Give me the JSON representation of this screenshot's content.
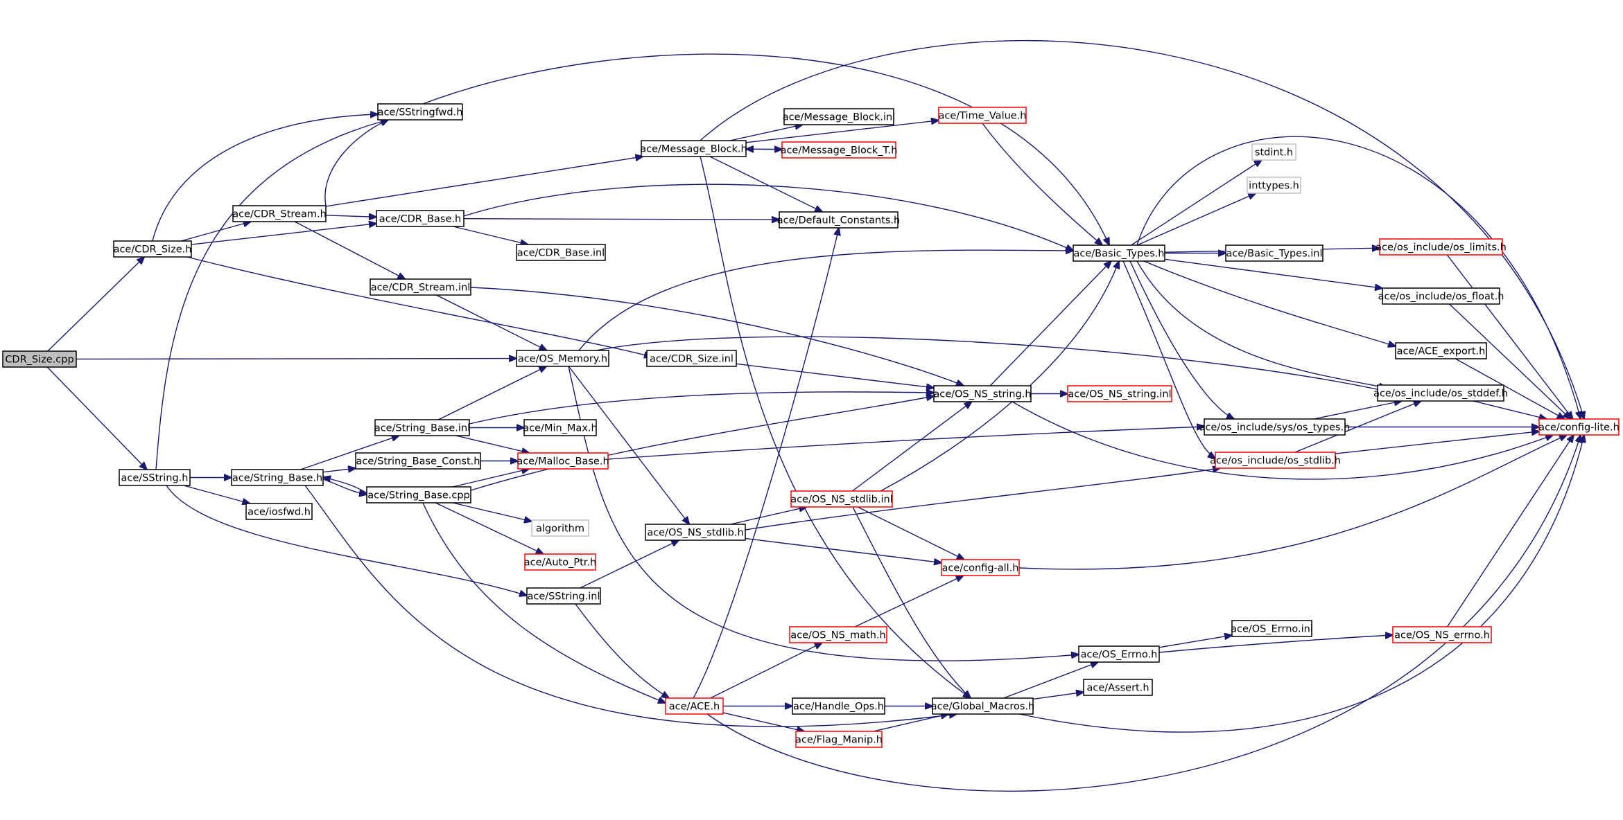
{
  "graph": {
    "edge_color": "#191970",
    "root_fill": "#bfbfbf",
    "nodes": [
      {
        "id": "root",
        "label": "CDR_Size.cpp",
        "style": "root"
      },
      {
        "id": "cdrsize_h",
        "label": "ace/CDR_Size.h",
        "style": "black"
      },
      {
        "id": "sstring_h",
        "label": "ace/SString.h",
        "style": "black"
      },
      {
        "id": "sstringfwd_h",
        "label": "ace/SStringfwd.h",
        "style": "black"
      },
      {
        "id": "cdrstream_h",
        "label": "ace/CDR_Stream.h",
        "style": "black"
      },
      {
        "id": "cdrbase_h",
        "label": "ace/CDR_Base.h",
        "style": "black"
      },
      {
        "id": "cdrbase_inl",
        "label": "ace/CDR_Base.inl",
        "style": "black"
      },
      {
        "id": "cdrstream_inl",
        "label": "ace/CDR_Stream.inl",
        "style": "black"
      },
      {
        "id": "osmemory_h",
        "label": "ace/OS_Memory.h",
        "style": "black"
      },
      {
        "id": "cdrsize_inl",
        "label": "ace/CDR_Size.inl",
        "style": "black"
      },
      {
        "id": "msgblock_h",
        "label": "ace/Message_Block.h",
        "style": "black"
      },
      {
        "id": "msgblock_inl",
        "label": "ace/Message_Block.inl",
        "style": "black"
      },
      {
        "id": "msgblockt_h",
        "label": "ace/Message_Block_T.h",
        "style": "red"
      },
      {
        "id": "timevalue_h",
        "label": "ace/Time_Value.h",
        "style": "red"
      },
      {
        "id": "defconst_h",
        "label": "ace/Default_Constants.h",
        "style": "black"
      },
      {
        "id": "basictypes_h",
        "label": "ace/Basic_Types.h",
        "style": "black"
      },
      {
        "id": "basictypes_inl",
        "label": "ace/Basic_Types.inl",
        "style": "black"
      },
      {
        "id": "stdint_h",
        "label": "stdint.h",
        "style": "gray"
      },
      {
        "id": "inttypes_h",
        "label": "inttypes.h",
        "style": "gray"
      },
      {
        "id": "oslimits_h",
        "label": "ace/os_include/os_limits.h",
        "style": "red"
      },
      {
        "id": "osfloat_h",
        "label": "ace/os_include/os_float.h",
        "style": "black"
      },
      {
        "id": "aceexport_h",
        "label": "ace/ACE_export.h",
        "style": "black"
      },
      {
        "id": "osstddef_h",
        "label": "ace/os_include/os_stddef.h",
        "style": "black"
      },
      {
        "id": "ostypes_h",
        "label": "ace/os_include/sys/os_types.h",
        "style": "black"
      },
      {
        "id": "osstdlib_h",
        "label": "ace/os_include/os_stdlib.h",
        "style": "red"
      },
      {
        "id": "configlite_h",
        "label": "ace/config-lite.h",
        "style": "red"
      },
      {
        "id": "osnsstring_h",
        "label": "ace/OS_NS_string.h",
        "style": "black"
      },
      {
        "id": "osnsstring_inl",
        "label": "ace/OS_NS_string.inl",
        "style": "red"
      },
      {
        "id": "stringbase_inl",
        "label": "ace/String_Base.inl",
        "style": "black"
      },
      {
        "id": "minmax_h",
        "label": "ace/Min_Max.h",
        "style": "black"
      },
      {
        "id": "stringbaseconst_h",
        "label": "ace/String_Base_Const.h",
        "style": "black"
      },
      {
        "id": "mallocbase_h",
        "label": "ace/Malloc_Base.h",
        "style": "red"
      },
      {
        "id": "stringbase_h",
        "label": "ace/String_Base.h",
        "style": "black"
      },
      {
        "id": "stringbase_cpp",
        "label": "ace/String_Base.cpp",
        "style": "black"
      },
      {
        "id": "iosfwd_h",
        "label": "ace/iosfwd.h",
        "style": "black"
      },
      {
        "id": "algorithm",
        "label": "algorithm",
        "style": "gray"
      },
      {
        "id": "autoptr_h",
        "label": "ace/Auto_Ptr.h",
        "style": "red"
      },
      {
        "id": "osnsstdlib_h",
        "label": "ace/OS_NS_stdlib.h",
        "style": "black"
      },
      {
        "id": "osnsstdlib_inl",
        "label": "ace/OS_NS_stdlib.inl",
        "style": "red"
      },
      {
        "id": "configall_h",
        "label": "ace/config-all.h",
        "style": "red"
      },
      {
        "id": "sstring_inl",
        "label": "ace/SString.inl",
        "style": "black"
      },
      {
        "id": "osnsmath_h",
        "label": "ace/OS_NS_math.h",
        "style": "red"
      },
      {
        "id": "oserrno_inl",
        "label": "ace/OS_Errno.inl",
        "style": "black"
      },
      {
        "id": "oserrno_h",
        "label": "ace/OS_Errno.h",
        "style": "black"
      },
      {
        "id": "osnserrno_h",
        "label": "ace/OS_NS_errno.h",
        "style": "red"
      },
      {
        "id": "assert_h",
        "label": "ace/Assert.h",
        "style": "black"
      },
      {
        "id": "ace_h",
        "label": "ace/ACE.h",
        "style": "red"
      },
      {
        "id": "handleops_h",
        "label": "ace/Handle_Ops.h",
        "style": "black"
      },
      {
        "id": "globalmacros_h",
        "label": "ace/Global_Macros.h",
        "style": "black"
      },
      {
        "id": "flagmanip_h",
        "label": "ace/Flag_Manip.h",
        "style": "red"
      }
    ],
    "edges": [
      [
        "root",
        "cdrsize_h"
      ],
      [
        "root",
        "osmemory_h"
      ],
      [
        "root",
        "sstring_h"
      ],
      [
        "cdrsize_h",
        "sstringfwd_h"
      ],
      [
        "cdrsize_h",
        "cdrstream_h"
      ],
      [
        "cdrsize_h",
        "cdrbase_h"
      ],
      [
        "cdrsize_h",
        "cdrsize_inl"
      ],
      [
        "sstring_h",
        "sstringfwd_h"
      ],
      [
        "sstring_h",
        "stringbase_h"
      ],
      [
        "sstring_h",
        "iosfwd_h"
      ],
      [
        "sstring_h",
        "sstring_inl"
      ],
      [
        "sstringfwd_h",
        "basictypes_h"
      ],
      [
        "cdrstream_h",
        "sstringfwd_h"
      ],
      [
        "cdrstream_h",
        "msgblock_h"
      ],
      [
        "cdrstream_h",
        "cdrbase_h"
      ],
      [
        "cdrstream_h",
        "cdrstream_inl"
      ],
      [
        "cdrbase_h",
        "defconst_h"
      ],
      [
        "cdrbase_h",
        "basictypes_h"
      ],
      [
        "cdrbase_h",
        "cdrbase_inl"
      ],
      [
        "cdrstream_inl",
        "osmemory_h"
      ],
      [
        "cdrstream_inl",
        "osnsstring_h"
      ],
      [
        "msgblock_h",
        "timevalue_h"
      ],
      [
        "msgblock_h",
        "msgblock_inl"
      ],
      [
        "msgblock_h",
        "msgblockt_h"
      ],
      [
        "msgblock_h",
        "defconst_h"
      ],
      [
        "msgblock_h",
        "configlite_h"
      ],
      [
        "msgblock_h",
        "globalmacros_h"
      ],
      [
        "msgblockt_h",
        "msgblock_h"
      ],
      [
        "timevalue_h",
        "basictypes_h"
      ],
      [
        "osmemory_h",
        "basictypes_h"
      ],
      [
        "osmemory_h",
        "osstddef_h"
      ],
      [
        "osmemory_h",
        "osnsstdlib_h"
      ],
      [
        "osmemory_h",
        "oserrno_h"
      ],
      [
        "cdrsize_inl",
        "osnsstring_h"
      ],
      [
        "basictypes_h",
        "stdint_h"
      ],
      [
        "basictypes_h",
        "inttypes_h"
      ],
      [
        "basictypes_h",
        "basictypes_inl"
      ],
      [
        "basictypes_h",
        "oslimits_h"
      ],
      [
        "basictypes_h",
        "osfloat_h"
      ],
      [
        "basictypes_h",
        "aceexport_h"
      ],
      [
        "basictypes_h",
        "osstddef_h"
      ],
      [
        "basictypes_h",
        "ostypes_h"
      ],
      [
        "basictypes_h",
        "osstdlib_h"
      ],
      [
        "basictypes_h",
        "configlite_h"
      ],
      [
        "oslimits_h",
        "configlite_h"
      ],
      [
        "osfloat_h",
        "configlite_h"
      ],
      [
        "aceexport_h",
        "configlite_h"
      ],
      [
        "osstddef_h",
        "configlite_h"
      ],
      [
        "ostypes_h",
        "configlite_h"
      ],
      [
        "ostypes_h",
        "osstddef_h"
      ],
      [
        "osstdlib_h",
        "configlite_h"
      ],
      [
        "osstdlib_h",
        "osstddef_h"
      ],
      [
        "osnsstring_h",
        "basictypes_h"
      ],
      [
        "osnsstring_h",
        "osnsstring_inl"
      ],
      [
        "osnsstring_h",
        "configlite_h"
      ],
      [
        "stringbase_h",
        "stringbase_inl"
      ],
      [
        "stringbase_h",
        "stringbaseconst_h"
      ],
      [
        "stringbase_h",
        "stringbase_cpp"
      ],
      [
        "stringbase_h",
        "globalmacros_h"
      ],
      [
        "stringbase_cpp",
        "stringbase_h"
      ],
      [
        "stringbase_cpp",
        "mallocbase_h"
      ],
      [
        "stringbase_cpp",
        "osnsstring_h"
      ],
      [
        "stringbase_cpp",
        "algorithm"
      ],
      [
        "stringbase_cpp",
        "autoptr_h"
      ],
      [
        "stringbase_cpp",
        "ace_h"
      ],
      [
        "stringbase_inl",
        "osmemory_h"
      ],
      [
        "stringbase_inl",
        "minmax_h"
      ],
      [
        "stringbase_inl",
        "mallocbase_h"
      ],
      [
        "stringbase_inl",
        "osnsstring_h"
      ],
      [
        "stringbaseconst_h",
        "mallocbase_h"
      ],
      [
        "mallocbase_h",
        "ostypes_h"
      ],
      [
        "osnsstdlib_h",
        "osnsstdlib_inl"
      ],
      [
        "osnsstdlib_h",
        "configall_h"
      ],
      [
        "osnsstdlib_h",
        "osstdlib_h"
      ],
      [
        "osnsstdlib_inl",
        "osnsstring_h"
      ],
      [
        "osnsstdlib_inl",
        "basictypes_h"
      ],
      [
        "osnsstdlib_inl",
        "configall_h"
      ],
      [
        "osnsstdlib_inl",
        "globalmacros_h"
      ],
      [
        "configall_h",
        "configlite_h"
      ],
      [
        "sstring_inl",
        "osnsstdlib_h"
      ],
      [
        "sstring_inl",
        "ace_h"
      ],
      [
        "osnsmath_h",
        "configall_h"
      ],
      [
        "oserrno_h",
        "oserrno_inl"
      ],
      [
        "oserrno_h",
        "osnserrno_h"
      ],
      [
        "osnserrno_h",
        "configlite_h"
      ],
      [
        "ace_h",
        "defconst_h"
      ],
      [
        "ace_h",
        "osnsmath_h"
      ],
      [
        "ace_h",
        "handleops_h"
      ],
      [
        "ace_h",
        "flagmanip_h"
      ],
      [
        "ace_h",
        "configlite_h"
      ],
      [
        "handleops_h",
        "globalmacros_h"
      ],
      [
        "flagmanip_h",
        "globalmacros_h"
      ],
      [
        "globalmacros_h",
        "oserrno_h"
      ],
      [
        "globalmacros_h",
        "assert_h"
      ],
      [
        "globalmacros_h",
        "configlite_h"
      ]
    ]
  }
}
